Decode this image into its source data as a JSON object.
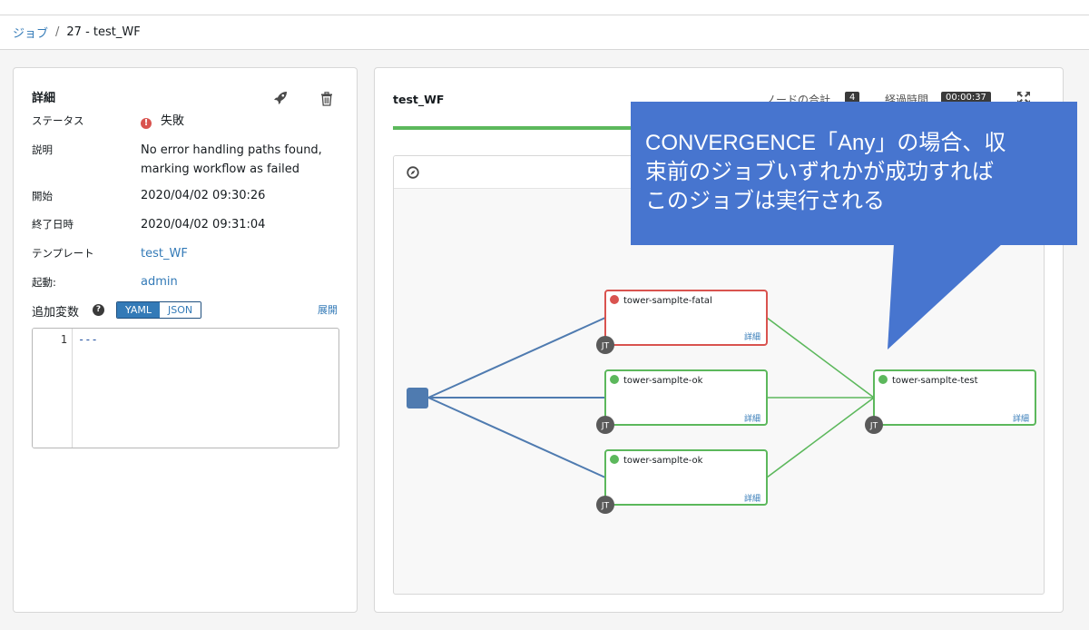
{
  "breadcrumb": {
    "parent": "ジョブ",
    "separator": "/",
    "current": "27 - test_WF"
  },
  "details": {
    "title": "詳細",
    "rows": {
      "status": {
        "label": "ステータス",
        "value": "失敗"
      },
      "description": {
        "label": "説明",
        "line1": "No error handling paths found,",
        "line2": "marking workflow as failed"
      },
      "started": {
        "label": "開始",
        "value": "2020/04/02 09:30:26"
      },
      "finished": {
        "label": "終了日時",
        "value": "2020/04/02 09:31:04"
      },
      "template": {
        "label": "テンプレート",
        "value": "test_WF"
      },
      "launched_by": {
        "label": "起動:",
        "value": "admin"
      }
    },
    "extra_vars": {
      "label": "追加変数",
      "help": "?",
      "yaml": "YAML",
      "json": "JSON",
      "expand": "展開",
      "line_number": "1",
      "code": "---"
    }
  },
  "workflow": {
    "title": "test_WF",
    "node_count_label": "ノードの合計",
    "node_count": "4",
    "elapsed_label": "経過時間",
    "elapsed": "00:00:37"
  },
  "graph": {
    "nodes": [
      {
        "name": "tower-samplte-fatal",
        "status": "failed",
        "badge": "JT",
        "details": "詳細"
      },
      {
        "name": "tower-samplte-ok",
        "status": "successful",
        "badge": "JT",
        "details": "詳細"
      },
      {
        "name": "tower-samplte-ok",
        "status": "successful",
        "badge": "JT",
        "details": "詳細"
      },
      {
        "name": "tower-samplte-test",
        "status": "successful",
        "badge": "JT",
        "details": "詳細"
      }
    ]
  },
  "callout": {
    "line1": "CONVERGENCE「Any」の場合、収",
    "line2": "束前のジョブいずれかが成功すれば",
    "line3": "このジョブは実行される"
  },
  "colors": {
    "link": "#337ab7",
    "failed": "#d9534f",
    "success": "#5cb85c",
    "edge_blue": "#4f7bb0",
    "callout": "#4775cf"
  }
}
